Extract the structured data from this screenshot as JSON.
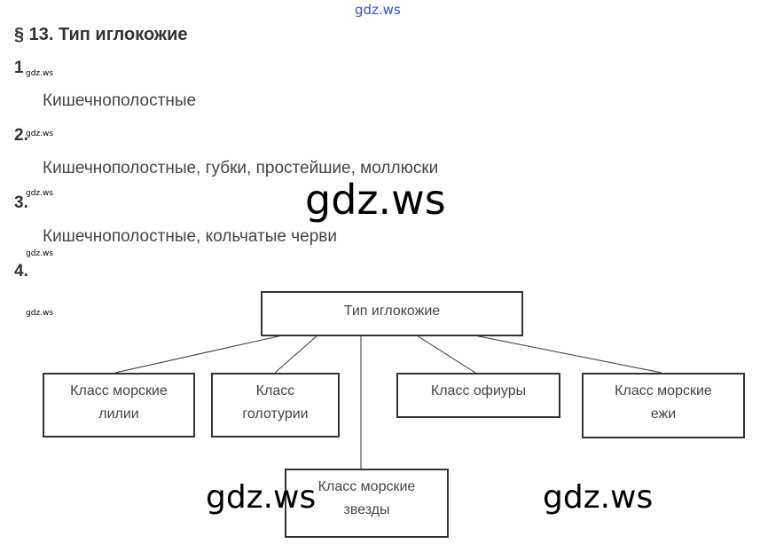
{
  "watermark": "gdz.ws",
  "title": "§ 13. Тип иглокожие",
  "questions": [
    {
      "num": "1",
      "answer": "Кишечнополостные"
    },
    {
      "num": "2.",
      "answer": "Кишечнополостные, губки, простейшие, моллюски"
    },
    {
      "num": "3.",
      "answer": "Кишечнополостные, кольчатые черви"
    },
    {
      "num": "4.",
      "answer": ""
    }
  ],
  "diagram": {
    "root": "Тип иглокожие",
    "classes": [
      "Класс морские лилии",
      "Класс голотурии",
      "Класс морские звезды",
      "Класс офиуры",
      "Класс морские ежи"
    ]
  }
}
